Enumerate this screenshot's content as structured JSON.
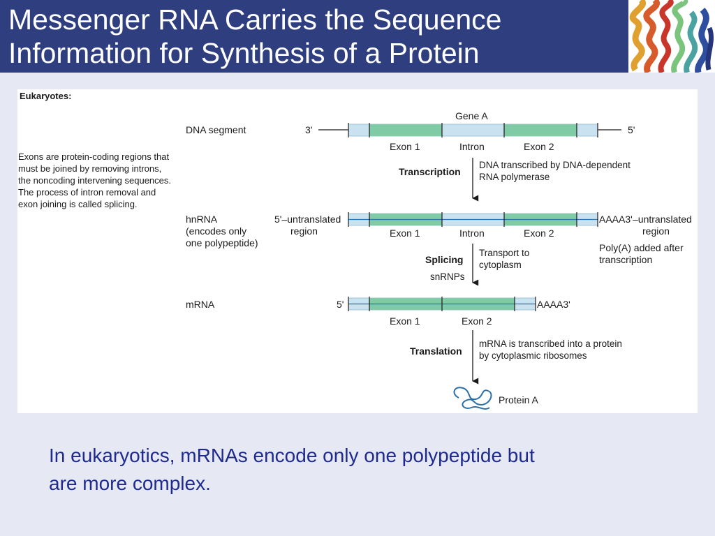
{
  "title": {
    "line1": "Messenger RNA Carries the Sequence",
    "line2": "Information for Synthesis of a Protein"
  },
  "figure": {
    "heading": "Eukaryotes:",
    "note": [
      "Exons are protein-coding regions that",
      "must be joined by removing introns,",
      "the noncoding intervening sequences.",
      "The process of intron removal and",
      "exon joining is called splicing."
    ],
    "dna": {
      "label": "DNA segment",
      "gene_label": "Gene A",
      "end_left": "3'",
      "end_right": "5'",
      "exon1": "Exon 1",
      "intron": "Intron",
      "exon2": "Exon 2"
    },
    "transcription": {
      "label": "Transcription",
      "note": [
        "DNA transcribed by DNA-dependent",
        "RNA polymerase"
      ]
    },
    "hnrna": {
      "label": [
        "hnRNA",
        "(encodes only",
        "one polypeptide)"
      ],
      "utr5": [
        "5'–untranslated",
        "region"
      ],
      "tail": "AAAA3'",
      "utr3": [
        "–untranslated",
        "region"
      ],
      "exon1": "Exon 1",
      "intron": "Intron",
      "exon2": "Exon 2",
      "polya_note": [
        "Poly(A) added after",
        "transcription"
      ]
    },
    "splicing": {
      "label": "Splicing",
      "note": [
        "Transport to",
        "cytoplasm"
      ],
      "snrnps": "snRNPs"
    },
    "mrna": {
      "label": "mRNA",
      "end_left": "5'",
      "tail": "AAAA3'",
      "exon1": "Exon 1",
      "exon2": "Exon 2"
    },
    "translation": {
      "label": "Translation",
      "note": [
        "mRNA is transcribed into a protein",
        "by cytoplasmic ribosomes"
      ]
    },
    "protein": {
      "label": "Protein A"
    }
  },
  "caption": {
    "line1": "In eukaryotics, mRNAs encode only one polypeptide but",
    "line2": "are more complex."
  },
  "colors": {
    "title_bar": "#2e3e7e",
    "caption_text": "#1f2b8c",
    "exon_fill": "#7fcba5",
    "strand_fill": "#c9e2ef",
    "rna_line": "#2b78b8",
    "protein_coil": "#2a6fa8"
  }
}
